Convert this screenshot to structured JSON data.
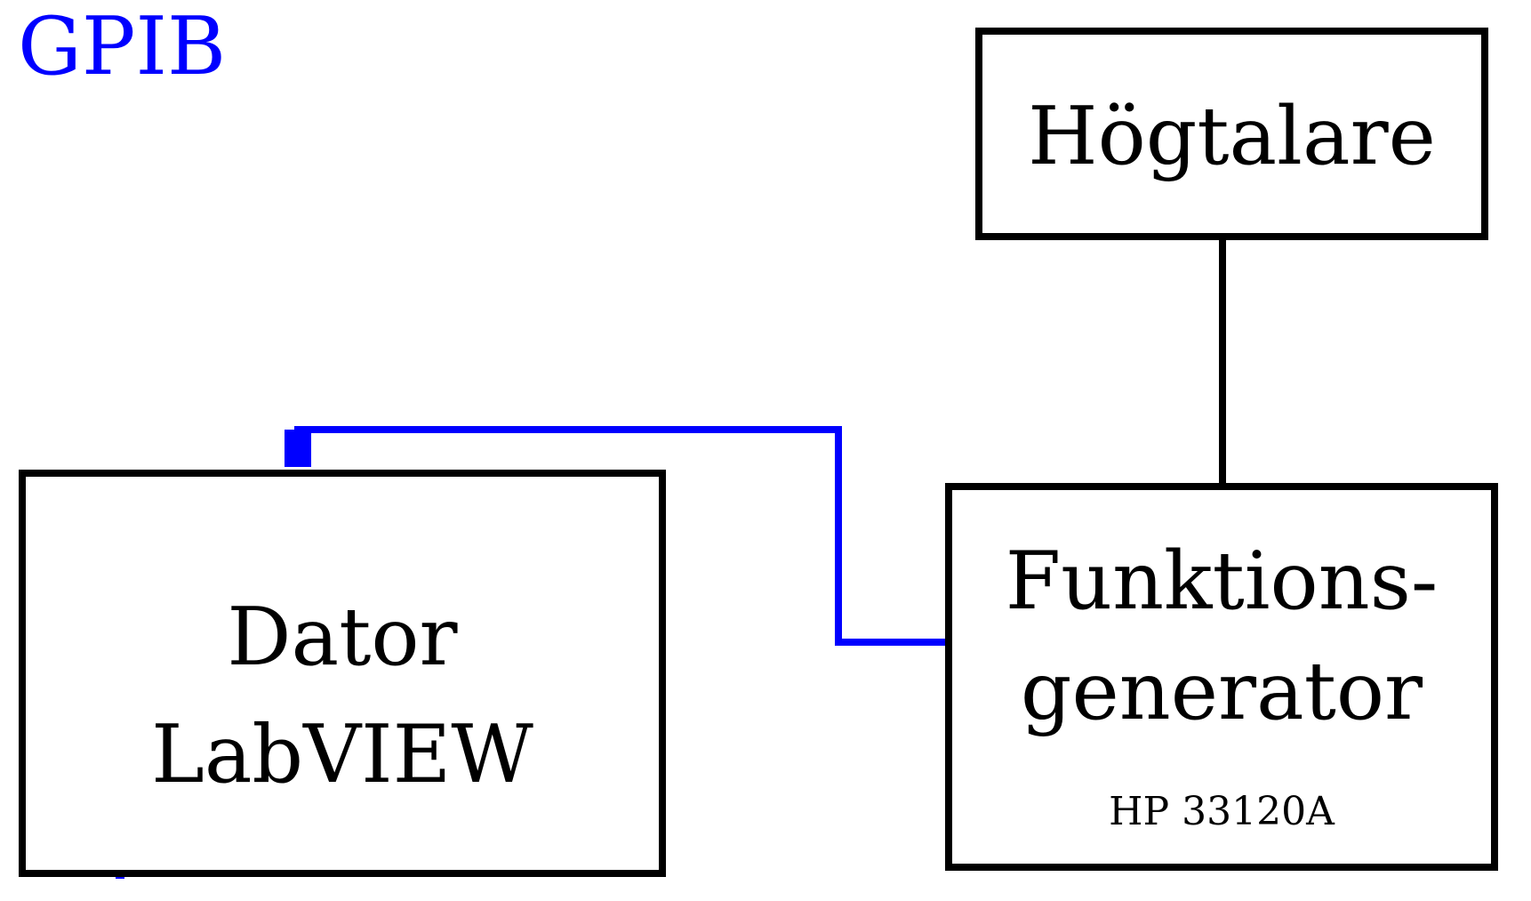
{
  "legend": {
    "label": "GPIB",
    "color": "#0000ff"
  },
  "boxes": {
    "speaker": {
      "label": "Högtalare"
    },
    "computer": {
      "line1": "Dator",
      "line2": "LabVIEW"
    },
    "generator": {
      "line1": "Funktions-",
      "line2": "generator",
      "model": "HP 33120A"
    }
  },
  "connections": [
    {
      "from": "computer",
      "to": "generator",
      "type": "GPIB",
      "color": "#0000ff"
    },
    {
      "from": "speaker",
      "to": "generator",
      "color": "#000000"
    }
  ]
}
